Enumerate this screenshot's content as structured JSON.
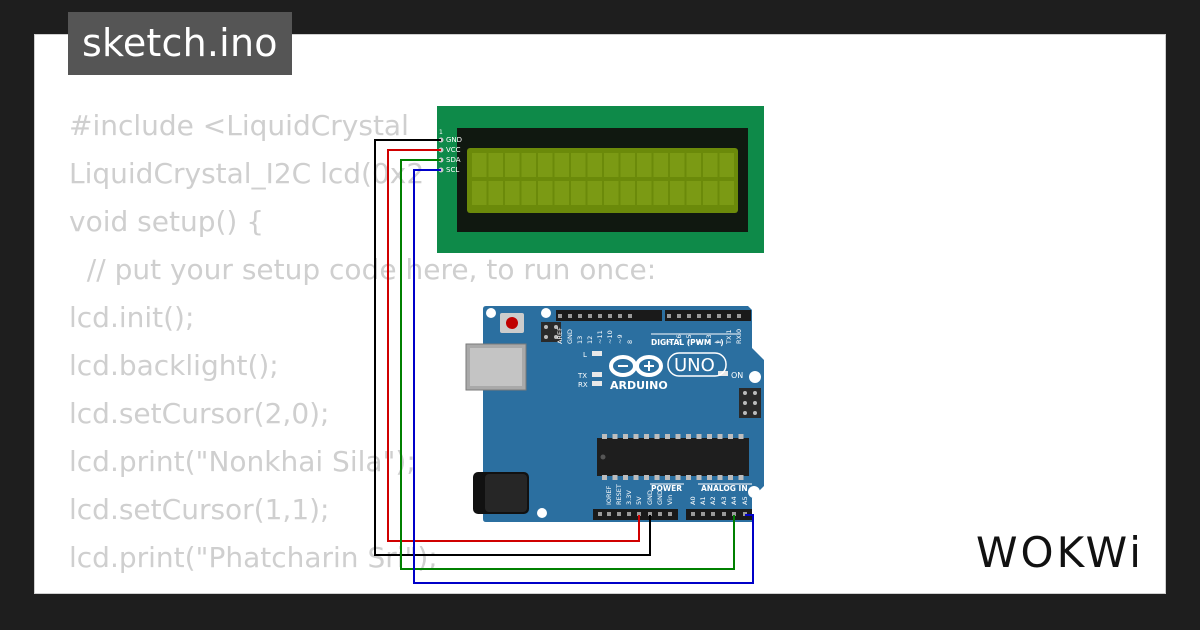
{
  "header": {
    "filename": "sketch.ino"
  },
  "code_lines": [
    "#include <LiquidCrystal",
    "LiquidCrystal_I2C lcd(0x2",
    "void setup() {",
    "  // put your setup code here, to run once:",
    "lcd.init();",
    "lcd.backlight();",
    "lcd.setCursor(2,0);",
    "lcd.print(\"Nonkhai Sila\");",
    "lcd.setCursor(1,1);",
    "lcd.print(\"Phatcharin Sri\");",
    "}"
  ],
  "lcd": {
    "pins": [
      "GND",
      "VCC",
      "SDA",
      "SCL"
    ]
  },
  "arduino": {
    "brand": "ARDUINO",
    "model": "UNO",
    "labels": {
      "digital": "DIGITAL (PWM ~)",
      "power": "POWER",
      "analog": "ANALOG IN",
      "on": "ON",
      "l": "L",
      "tx": "TX",
      "rx": "RX"
    },
    "digital_pins": [
      "AREF",
      "GND",
      "13",
      "12",
      "~11",
      "~10",
      "~9",
      "8",
      "7",
      "~6",
      "~5",
      "4",
      "~3",
      "2",
      "TX 1",
      "RX 0"
    ],
    "power_pins": [
      "IOREF",
      "RESET",
      "3.3V",
      "5V",
      "GND",
      "GND",
      "Vin"
    ],
    "analog_pins": [
      "A0",
      "A1",
      "A2",
      "A3",
      "A4",
      "A5"
    ]
  },
  "wires": [
    {
      "name": "GND",
      "color": "#000000"
    },
    {
      "name": "VCC",
      "color": "#d00000"
    },
    {
      "name": "SDA",
      "color": "#008000"
    },
    {
      "name": "SCL",
      "color": "#0000c8"
    }
  ],
  "brand": {
    "logo_text": "WOKWi"
  },
  "colors": {
    "lcd_board": "#0e8a49",
    "lcd_screen": "#6b8a0a",
    "arduino_board": "#2b6fa0",
    "background": "#1e1e1e",
    "card": "#ffffff",
    "badge": "#555555"
  }
}
